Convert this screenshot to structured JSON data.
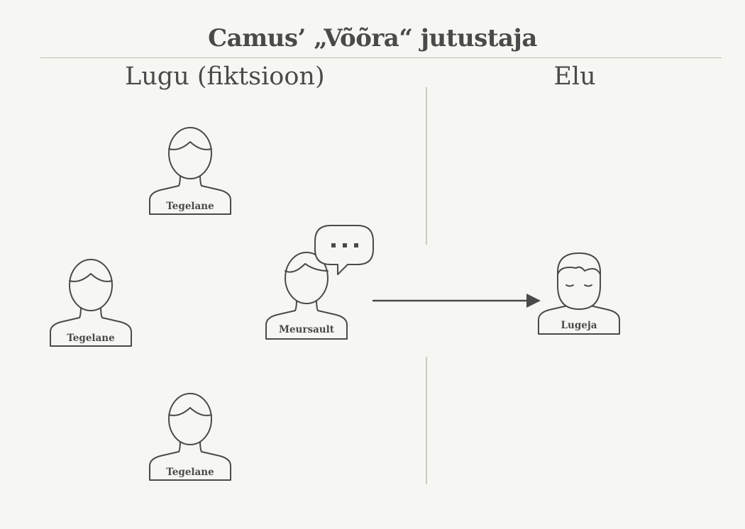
{
  "title": "Camus’ „Võõra“  jutustaja",
  "sections": {
    "story": "Lugu (fiktsioon)",
    "life": "Elu"
  },
  "figures": {
    "character_top": "Tegelane",
    "character_left": "Tegelane",
    "character_bottom": "Tegelane",
    "narrator": "Meursault",
    "reader": "Lugeja"
  },
  "speech_bubble": {
    "icon": "ellipsis-speech-bubble-icon"
  },
  "colors": {
    "background": "#f6f6f2",
    "ink": "#4a4a4a",
    "line": "#bdbdb6"
  }
}
